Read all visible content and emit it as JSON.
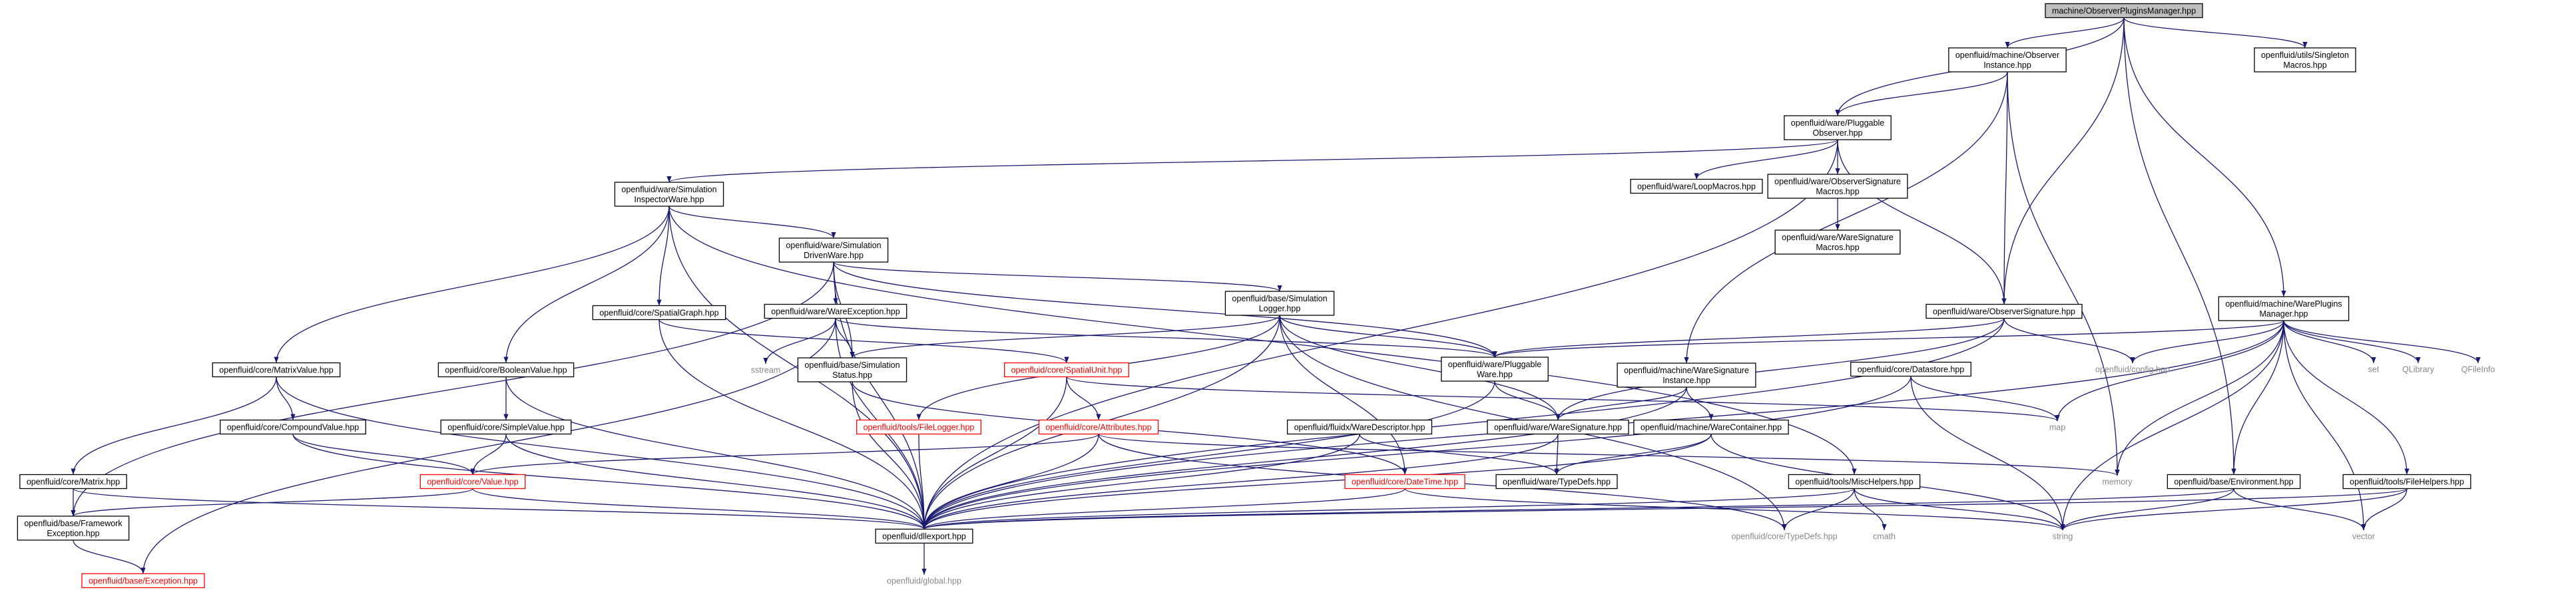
{
  "nodes": [
    {
      "id": "n0",
      "lines": [
        "machine/ObserverPluginsManager.hpp"
      ],
      "style": "root",
      "link": false
    },
    {
      "id": "n1",
      "lines": [
        "openfluid/machine/Observer",
        "Instance.hpp"
      ],
      "style": "normal",
      "link": true
    },
    {
      "id": "n2",
      "lines": [
        "openfluid/utils/Singleton",
        "Macros.hpp"
      ],
      "style": "normal",
      "link": true
    },
    {
      "id": "n3",
      "lines": [
        "openfluid/ware/Pluggable",
        "Observer.hpp"
      ],
      "style": "normal",
      "link": true
    },
    {
      "id": "n4",
      "lines": [
        "openfluid/ware/Simulation",
        "InspectorWare.hpp"
      ],
      "style": "normal",
      "link": true
    },
    {
      "id": "n5",
      "lines": [
        "openfluid/ware/LoopMacros.hpp"
      ],
      "style": "normal",
      "link": true
    },
    {
      "id": "n6",
      "lines": [
        "openfluid/ware/ObserverSignature",
        "Macros.hpp"
      ],
      "style": "normal",
      "link": true
    },
    {
      "id": "n7",
      "lines": [
        "openfluid/ware/WareSignature",
        "Macros.hpp"
      ],
      "style": "normal",
      "link": true
    },
    {
      "id": "n8",
      "lines": [
        "openfluid/ware/Simulation",
        "DrivenWare.hpp"
      ],
      "style": "normal",
      "link": true
    },
    {
      "id": "n9",
      "lines": [
        "openfluid/base/Simulation",
        "Logger.hpp"
      ],
      "style": "normal",
      "link": true
    },
    {
      "id": "n10",
      "lines": [
        "openfluid/ware/ObserverSignature.hpp"
      ],
      "style": "normal",
      "link": true
    },
    {
      "id": "n11",
      "lines": [
        "openfluid/machine/WarePlugins",
        "Manager.hpp"
      ],
      "style": "normal",
      "link": true
    },
    {
      "id": "n12",
      "lines": [
        "openfluid/core/SpatialGraph.hpp"
      ],
      "style": "normal",
      "link": true
    },
    {
      "id": "n13",
      "lines": [
        "openfluid/ware/WareException.hpp"
      ],
      "style": "normal",
      "link": true
    },
    {
      "id": "n14",
      "lines": [
        "openfluid/core/MatrixValue.hpp"
      ],
      "style": "normal",
      "link": true
    },
    {
      "id": "n15",
      "lines": [
        "openfluid/core/BooleanValue.hpp"
      ],
      "style": "normal",
      "link": true
    },
    {
      "id": "n16",
      "lines": [
        "sstream"
      ],
      "style": "gray",
      "link": false
    },
    {
      "id": "n17",
      "lines": [
        "openfluid/base/Simulation",
        "Status.hpp"
      ],
      "style": "normal",
      "link": true
    },
    {
      "id": "n18",
      "lines": [
        "openfluid/core/SpatialUnit.hpp"
      ],
      "style": "red",
      "link": true
    },
    {
      "id": "n19",
      "lines": [
        "openfluid/ware/Pluggable",
        "Ware.hpp"
      ],
      "style": "normal",
      "link": true
    },
    {
      "id": "n20",
      "lines": [
        "openfluid/machine/WareSignature",
        "Instance.hpp"
      ],
      "style": "normal",
      "link": true
    },
    {
      "id": "n21",
      "lines": [
        "openfluid/core/Datastore.hpp"
      ],
      "style": "normal",
      "link": true
    },
    {
      "id": "n22",
      "lines": [
        "openfluid/config.hpp"
      ],
      "style": "gray",
      "link": false
    },
    {
      "id": "n23",
      "lines": [
        "set"
      ],
      "style": "gray",
      "link": false
    },
    {
      "id": "n24",
      "lines": [
        "QLibrary"
      ],
      "style": "gray",
      "link": false
    },
    {
      "id": "n25",
      "lines": [
        "QFileInfo"
      ],
      "style": "gray",
      "link": false
    },
    {
      "id": "n26",
      "lines": [
        "openfluid/core/CompoundValue.hpp"
      ],
      "style": "normal",
      "link": true
    },
    {
      "id": "n27",
      "lines": [
        "openfluid/core/SimpleValue.hpp"
      ],
      "style": "normal",
      "link": true
    },
    {
      "id": "n28",
      "lines": [
        "openfluid/tools/FileLogger.hpp"
      ],
      "style": "red",
      "link": true
    },
    {
      "id": "n29",
      "lines": [
        "openfluid/core/Attributes.hpp"
      ],
      "style": "red",
      "link": true
    },
    {
      "id": "n30",
      "lines": [
        "openfluid/fluidx/WareDescriptor.hpp"
      ],
      "style": "normal",
      "link": true
    },
    {
      "id": "n31",
      "lines": [
        "openfluid/machine/WareContainer.hpp"
      ],
      "style": "normal",
      "link": true
    },
    {
      "id": "n32",
      "lines": [
        "openfluid/ware/WareSignature.hpp"
      ],
      "style": "normal",
      "link": true
    },
    {
      "id": "n33",
      "lines": [
        "map"
      ],
      "style": "gray",
      "link": false
    },
    {
      "id": "n34",
      "lines": [
        "openfluid/core/Matrix.hpp"
      ],
      "style": "normal",
      "link": true
    },
    {
      "id": "n35",
      "lines": [
        "openfluid/core/Value.hpp"
      ],
      "style": "red",
      "link": true
    },
    {
      "id": "n36",
      "lines": [
        "openfluid/core/DateTime.hpp"
      ],
      "style": "red",
      "link": true
    },
    {
      "id": "n37",
      "lines": [
        "openfluid/ware/TypeDefs.hpp"
      ],
      "style": "normal",
      "link": true
    },
    {
      "id": "n38",
      "lines": [
        "openfluid/tools/MiscHelpers.hpp"
      ],
      "style": "normal",
      "link": true
    },
    {
      "id": "n39",
      "lines": [
        "memory"
      ],
      "style": "gray",
      "link": false
    },
    {
      "id": "n40",
      "lines": [
        "openfluid/base/Environment.hpp"
      ],
      "style": "normal",
      "link": true
    },
    {
      "id": "n41",
      "lines": [
        "openfluid/tools/FileHelpers.hpp"
      ],
      "style": "normal",
      "link": true
    },
    {
      "id": "n42",
      "lines": [
        "openfluid/base/Framework",
        "Exception.hpp"
      ],
      "style": "normal",
      "link": true
    },
    {
      "id": "n43",
      "lines": [
        "openfluid/dllexport.hpp"
      ],
      "style": "normal",
      "link": true
    },
    {
      "id": "n44",
      "lines": [
        "openfluid/core/TypeDefs.hpp"
      ],
      "style": "gray",
      "link": false
    },
    {
      "id": "n45",
      "lines": [
        "cmath"
      ],
      "style": "gray",
      "link": false
    },
    {
      "id": "n46",
      "lines": [
        "string"
      ],
      "style": "gray",
      "link": false
    },
    {
      "id": "n47",
      "lines": [
        "vector"
      ],
      "style": "gray",
      "link": false
    },
    {
      "id": "n48",
      "lines": [
        "openfluid/base/Exception.hpp"
      ],
      "style": "red",
      "link": true
    },
    {
      "id": "n49",
      "lines": [
        "openfluid/global.hpp"
      ],
      "style": "gray",
      "link": false
    }
  ],
  "edges": [
    [
      "n0",
      "n1"
    ],
    [
      "n0",
      "n2"
    ],
    [
      "n0",
      "n3"
    ],
    [
      "n0",
      "n10"
    ],
    [
      "n0",
      "n11"
    ],
    [
      "n0",
      "n40"
    ],
    [
      "n1",
      "n3"
    ],
    [
      "n1",
      "n10"
    ],
    [
      "n1",
      "n20"
    ],
    [
      "n1",
      "n39"
    ],
    [
      "n3",
      "n4"
    ],
    [
      "n3",
      "n5"
    ],
    [
      "n3",
      "n6"
    ],
    [
      "n3",
      "n10"
    ],
    [
      "n3",
      "n43"
    ],
    [
      "n6",
      "n7"
    ],
    [
      "n4",
      "n8"
    ],
    [
      "n4",
      "n12"
    ],
    [
      "n4",
      "n14"
    ],
    [
      "n4",
      "n15"
    ],
    [
      "n4",
      "n38"
    ],
    [
      "n4",
      "n43"
    ],
    [
      "n8",
      "n9"
    ],
    [
      "n8",
      "n13"
    ],
    [
      "n8",
      "n17"
    ],
    [
      "n8",
      "n19"
    ],
    [
      "n8",
      "n42"
    ],
    [
      "n8",
      "n43"
    ],
    [
      "n9",
      "n17"
    ],
    [
      "n9",
      "n19"
    ],
    [
      "n9",
      "n28"
    ],
    [
      "n9",
      "n32"
    ],
    [
      "n9",
      "n36"
    ],
    [
      "n9",
      "n43"
    ],
    [
      "n9",
      "n44"
    ],
    [
      "n10",
      "n19"
    ],
    [
      "n10",
      "n22"
    ],
    [
      "n10",
      "n32"
    ],
    [
      "n10",
      "n43"
    ],
    [
      "n11",
      "n19"
    ],
    [
      "n11",
      "n22"
    ],
    [
      "n11",
      "n23"
    ],
    [
      "n11",
      "n24"
    ],
    [
      "n11",
      "n25"
    ],
    [
      "n11",
      "n33"
    ],
    [
      "n11",
      "n39"
    ],
    [
      "n11",
      "n40"
    ],
    [
      "n11",
      "n41"
    ],
    [
      "n11",
      "n43"
    ],
    [
      "n11",
      "n46"
    ],
    [
      "n11",
      "n47"
    ],
    [
      "n12",
      "n18"
    ],
    [
      "n12",
      "n43"
    ],
    [
      "n13",
      "n16"
    ],
    [
      "n13",
      "n17"
    ],
    [
      "n13",
      "n19"
    ],
    [
      "n13",
      "n43"
    ],
    [
      "n13",
      "n48"
    ],
    [
      "n14",
      "n26"
    ],
    [
      "n14",
      "n34"
    ],
    [
      "n14",
      "n43"
    ],
    [
      "n15",
      "n27"
    ],
    [
      "n15",
      "n43"
    ],
    [
      "n17",
      "n36"
    ],
    [
      "n17",
      "n43"
    ],
    [
      "n18",
      "n29"
    ],
    [
      "n18",
      "n33"
    ],
    [
      "n18",
      "n43"
    ],
    [
      "n19",
      "n32"
    ],
    [
      "n19",
      "n43"
    ],
    [
      "n20",
      "n31"
    ],
    [
      "n20",
      "n32"
    ],
    [
      "n20",
      "n43"
    ],
    [
      "n21",
      "n33"
    ],
    [
      "n21",
      "n43"
    ],
    [
      "n21",
      "n46"
    ],
    [
      "n26",
      "n35"
    ],
    [
      "n26",
      "n43"
    ],
    [
      "n27",
      "n35"
    ],
    [
      "n27",
      "n43"
    ],
    [
      "n28",
      "n43"
    ],
    [
      "n29",
      "n35"
    ],
    [
      "n29",
      "n39"
    ],
    [
      "n29",
      "n43"
    ],
    [
      "n29",
      "n44"
    ],
    [
      "n30",
      "n37"
    ],
    [
      "n30",
      "n43"
    ],
    [
      "n31",
      "n37"
    ],
    [
      "n31",
      "n43"
    ],
    [
      "n31",
      "n46"
    ],
    [
      "n32",
      "n37"
    ],
    [
      "n32",
      "n43"
    ],
    [
      "n34",
      "n42"
    ],
    [
      "n34",
      "n43"
    ],
    [
      "n35",
      "n42"
    ],
    [
      "n35",
      "n43"
    ],
    [
      "n36",
      "n43"
    ],
    [
      "n36",
      "n46"
    ],
    [
      "n38",
      "n43"
    ],
    [
      "n38",
      "n44"
    ],
    [
      "n38",
      "n45"
    ],
    [
      "n38",
      "n46"
    ],
    [
      "n40",
      "n43"
    ],
    [
      "n40",
      "n46"
    ],
    [
      "n40",
      "n47"
    ],
    [
      "n41",
      "n43"
    ],
    [
      "n41",
      "n46"
    ],
    [
      "n41",
      "n47"
    ],
    [
      "n42",
      "n48"
    ],
    [
      "n43",
      "n49"
    ]
  ]
}
